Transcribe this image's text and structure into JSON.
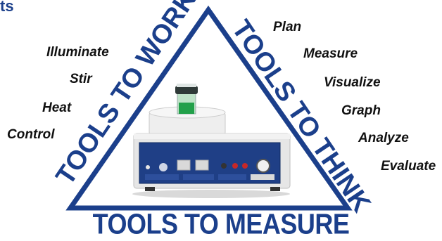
{
  "header": {
    "partial_title": "ts"
  },
  "triangle": {
    "left_label": "TOOLS TO WORK",
    "right_label": "TOOLS TO THINK",
    "bottom_label": "TOOLS TO MEASURE",
    "color": "#1b3f8b"
  },
  "work_words": [
    "Illuminate",
    "Stir",
    "Heat",
    "Control"
  ],
  "think_words": [
    "Plan",
    "Measure",
    "Visualize",
    "Graph",
    "Analyze",
    "Evaluate"
  ],
  "device": {
    "icon": "lab-interface-device-icon"
  }
}
